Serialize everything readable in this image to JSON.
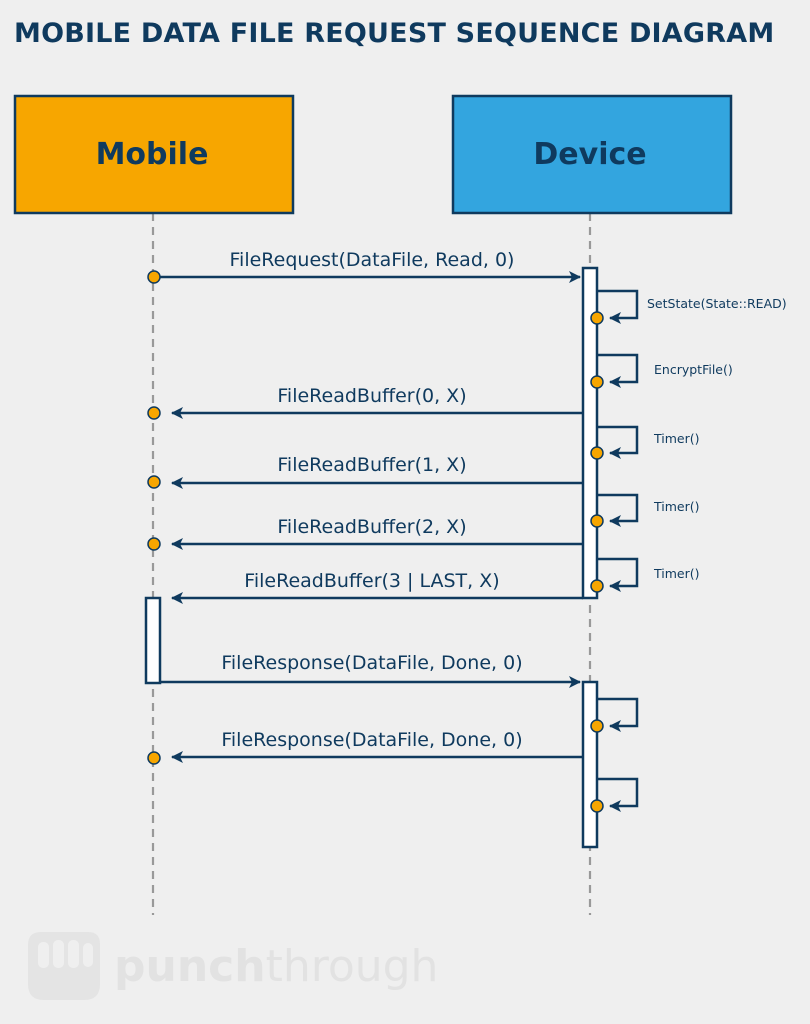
{
  "title": "MOBILE DATA FILE REQUEST SEQUENCE DIAGRAM",
  "colors": {
    "background": "#efefef",
    "ink": "#0f3a5e",
    "mobile_fill": "#f7a600",
    "device_fill": "#33a5df",
    "dot_fill": "#f7a600",
    "lifeline": "#999999",
    "watermark": "#e2e2e2"
  },
  "participants": {
    "mobile": "Mobile",
    "device": "Device"
  },
  "messages": [
    {
      "from": "mobile",
      "to": "device",
      "label": "FileRequest(DataFile, Read, 0)"
    },
    {
      "from": "device",
      "to": "mobile",
      "label": "FileReadBuffer(0, X)"
    },
    {
      "from": "device",
      "to": "mobile",
      "label": "FileReadBuffer(1, X)"
    },
    {
      "from": "device",
      "to": "mobile",
      "label": "FileReadBuffer(2, X)"
    },
    {
      "from": "device",
      "to": "mobile",
      "label": "FileReadBuffer(3 | LAST, X)"
    },
    {
      "from": "mobile",
      "to": "device",
      "label": "FileResponse(DataFile, Done, 0)"
    },
    {
      "from": "device",
      "to": "mobile",
      "label": "FileResponse(DataFile, Done, 0)"
    }
  ],
  "self_messages": [
    {
      "label": "SetState(State::READ)"
    },
    {
      "label": "EncryptFile()"
    },
    {
      "label": "Timer()"
    },
    {
      "label": "Timer()"
    },
    {
      "label": "Timer()"
    },
    {
      "label": ""
    },
    {
      "label": ""
    }
  ],
  "logo": {
    "brand_bold": "punch",
    "brand_light": "through",
    "icon": "fist-icon"
  }
}
